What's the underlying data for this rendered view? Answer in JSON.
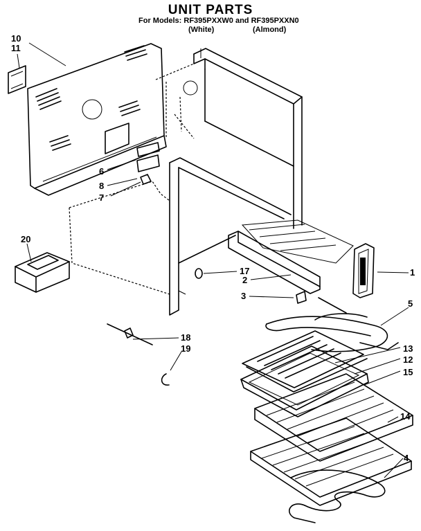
{
  "title": "UNIT PARTS",
  "models_line": "For Models: RF395PXXW0 and RF395PXXN0",
  "variant_white": "(White)",
  "variant_almond": "(Almond)",
  "callouts": [
    "10",
    "11",
    "6",
    "8",
    "7",
    "20",
    "17",
    "2",
    "3",
    "1",
    "5",
    "18",
    "19",
    "13",
    "12",
    "15",
    "14",
    "4"
  ]
}
